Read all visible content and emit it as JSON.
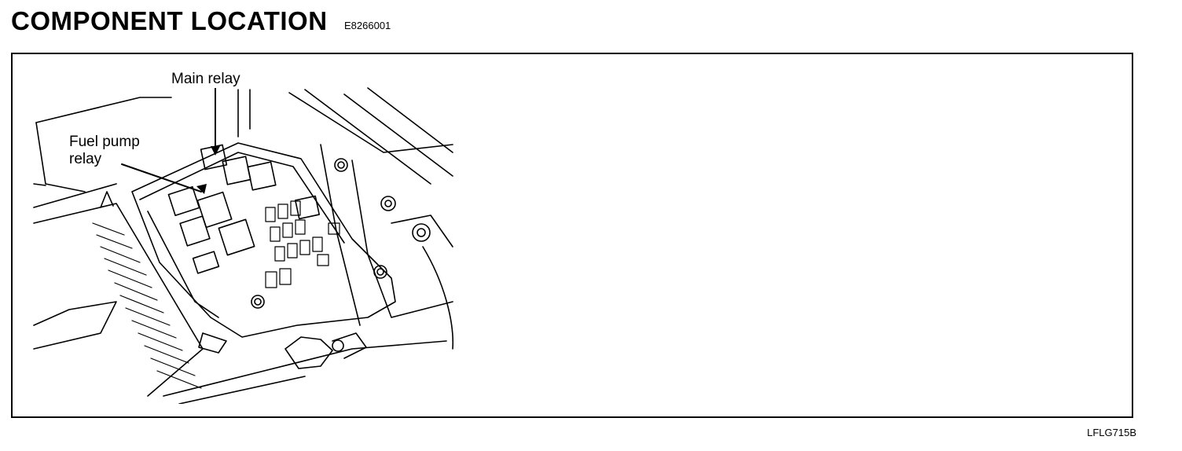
{
  "header": {
    "title": "COMPONENT LOCATION",
    "code": "E8266001"
  },
  "figure": {
    "callouts": {
      "main_relay": "Main relay",
      "fuel_pump_relay": "Fuel pump relay"
    },
    "figure_code": "LFLG715B"
  }
}
